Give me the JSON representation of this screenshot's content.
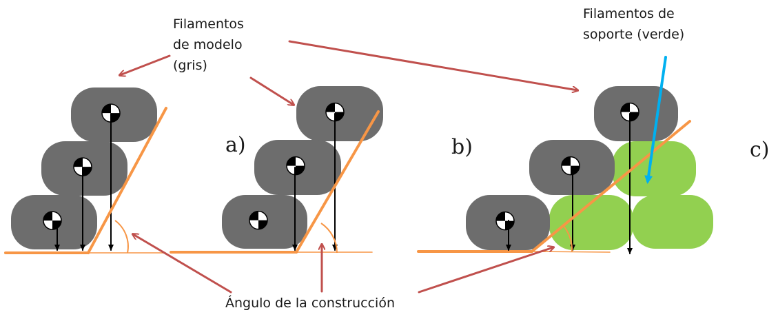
{
  "labels": {
    "model_filaments": [
      "Filamentos",
      "de modelo",
      "(gris)"
    ],
    "support_filaments": [
      "Filamentos de",
      "soporte (verde)"
    ],
    "build_angle": "Ángulo de la construcción"
  },
  "panels": [
    "a)",
    "b)",
    "c)"
  ],
  "colors": {
    "model_filament": "#6d6d6d",
    "support_filament": "#92d050",
    "angle_line": "#f79646",
    "pointer_arrow": "#c0504d",
    "support_pointer": "#00b0f0"
  }
}
